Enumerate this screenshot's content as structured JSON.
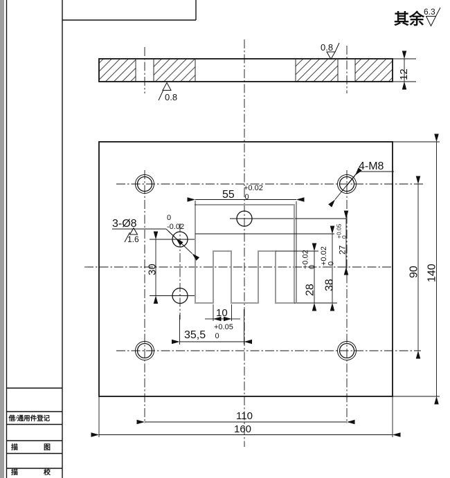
{
  "general_note": {
    "prefix": "其余",
    "roughness": "6.3"
  },
  "section": {
    "thickness": "12",
    "top_finish": "0.8",
    "bottom_finish": "0.8"
  },
  "plan": {
    "corner_holes_label": "4-M8",
    "center_holes": {
      "label": "3-Ø8",
      "tol_up": "0",
      "tol_dn": "-0.02",
      "finish": "1.6"
    },
    "dim_55": {
      "v": "55",
      "up": "+0.02",
      "dn": "0"
    },
    "dim_35_5": {
      "v": "35,5",
      "up": "+0.05",
      "dn": "0"
    },
    "dim_28": {
      "v": "28",
      "up": "+0.02",
      "dn": "0"
    },
    "dim_38": {
      "v": "38",
      "up": "+0.02",
      "dn": "0"
    },
    "dim_27": {
      "v": "27",
      "up": "+0.05",
      "dn": "0"
    },
    "dim_10": "10",
    "dim_30": "30",
    "dim_90": "90",
    "dim_110": "110",
    "dim_140": "140",
    "dim_160": "160"
  },
  "title_block": {
    "row1": "借/通用件登记",
    "row2_left": "描",
    "row2_right": "图",
    "row3_left": "描",
    "row3_right": "校"
  }
}
